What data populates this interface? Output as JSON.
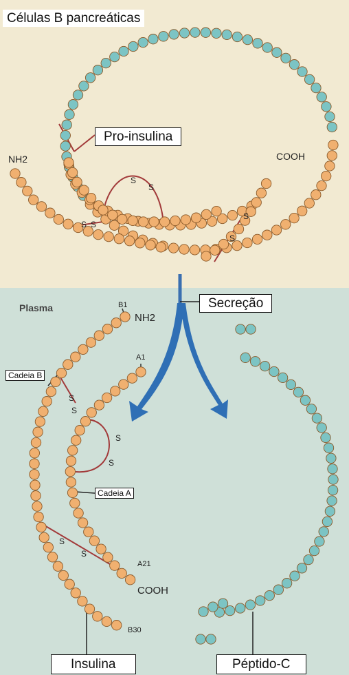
{
  "header": {
    "cell_type": "Células B pancreáticas"
  },
  "labels": {
    "pro_insulin": "Pro-insulina",
    "secretion": "Secreção",
    "chain_b": "Cadeia B",
    "chain_a": "Cadeia A",
    "insulin": "Insulina",
    "c_peptide": "Péptido-C",
    "plasma": "Plasma"
  },
  "chem": {
    "nh2_top": "NH2",
    "cooh_top": "COOH",
    "nh2_bottom": "NH2",
    "cooh_bottom": "COOH",
    "sulfur": "S",
    "b1": "B1",
    "a1": "A1",
    "a21": "A21",
    "b30": "B30"
  },
  "colors": {
    "cell_background": "#f2ead2",
    "plasma_background": "#cfe0d8",
    "residue_orange": "#f0b070",
    "residue_teal": "#7cc4c4",
    "bond_line": "#a23a3a",
    "arrow_blue": "#2f6fb5"
  }
}
